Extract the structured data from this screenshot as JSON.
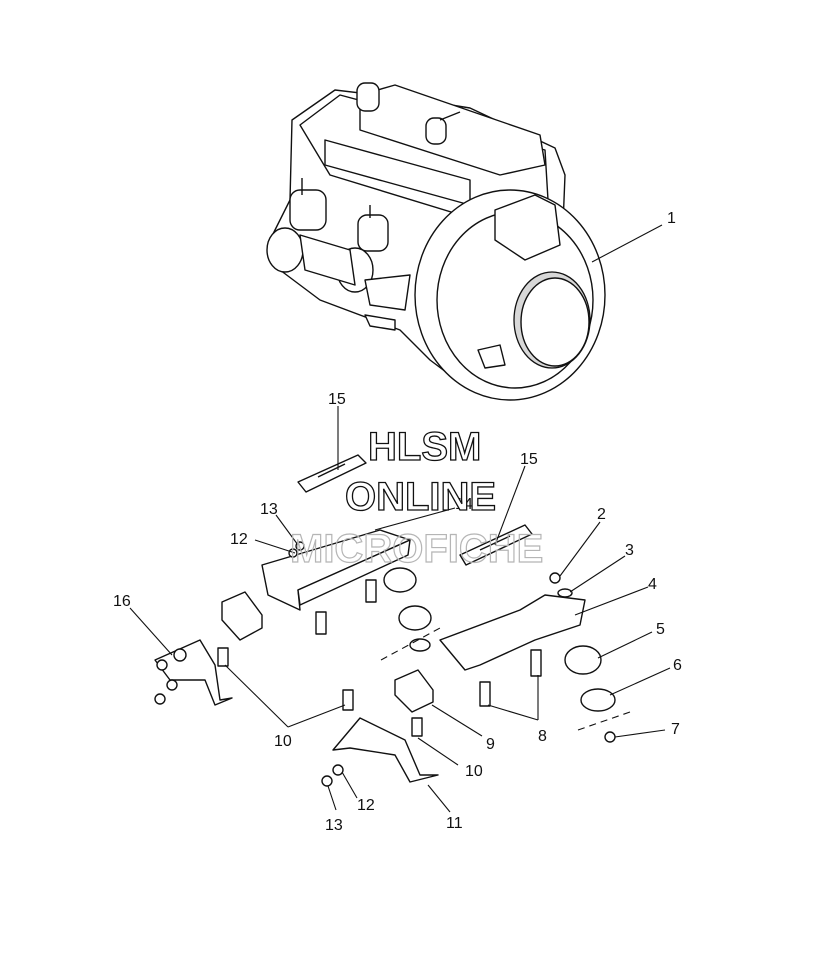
{
  "callouts": {
    "c1": "1",
    "c2": "2",
    "c3": "3",
    "c4": "4",
    "c5": "5",
    "c6": "6",
    "c7": "7",
    "c8": "8",
    "c9": "9",
    "c10a": "10",
    "c10b": "10",
    "c11": "11",
    "c12a": "12",
    "c12b": "12",
    "c13a": "13",
    "c13b": "13",
    "c14": "14",
    "c15a": "15",
    "c15b": "15",
    "c16": "16"
  },
  "watermark": {
    "line1": "HLSM",
    "line2": "ONLINE",
    "line3": "MICROFICHE"
  }
}
